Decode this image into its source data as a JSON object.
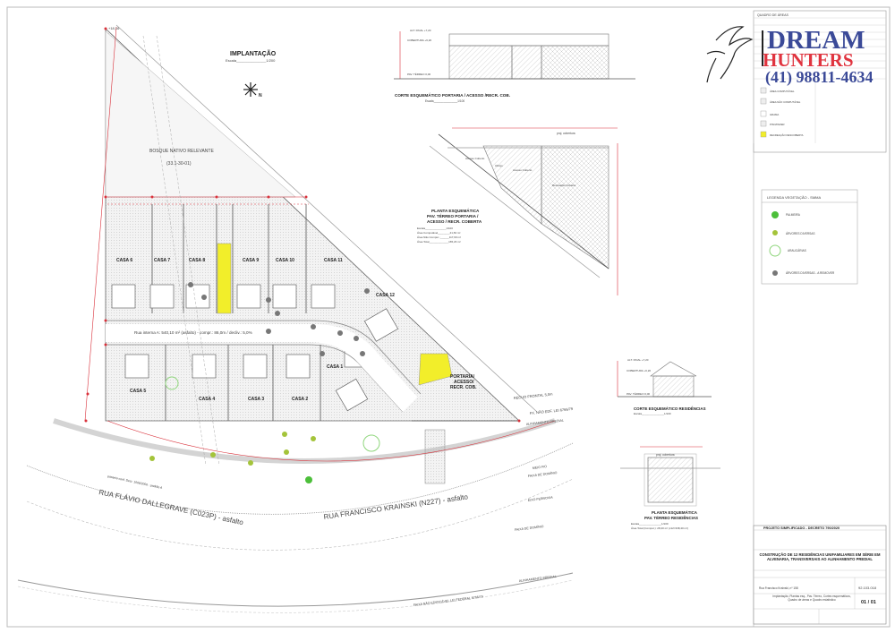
{
  "implantacao": {
    "title": "IMPLANTAÇÃO",
    "scale": "Escala_______________1/200",
    "north": "N",
    "corner_level": "+18,16"
  },
  "bosque": {
    "label": "BOSQUE NATIVO RELEVANTE",
    "code": "(33.1-30-01)"
  },
  "houses": [
    {
      "name": "CASA 6"
    },
    {
      "name": "CASA 7"
    },
    {
      "name": "CASA 8"
    },
    {
      "name": "CASA 9"
    },
    {
      "name": "CASA 10"
    },
    {
      "name": "CASA 11"
    },
    {
      "name": "CASA 12"
    },
    {
      "name": "CASA 1"
    },
    {
      "name": "CASA 5"
    },
    {
      "name": "CASA 4"
    },
    {
      "name": "CASA 3"
    },
    {
      "name": "CASA 2"
    }
  ],
  "portaria": {
    "line1": "PORTARIA/",
    "line2": "ACESSO/",
    "line3": "RECR. COB."
  },
  "internal_road": "Rua interna   A: 540,10 m²  (asfalto) - compr.: 86,0m / decliv.: 5,0%",
  "streets": {
    "flavio": "RUA FLÁVIO DALLEGRAVE (C023P) - asfalto",
    "francisco": "RUA FRANCISCO KRAINSKI (N227) - asfalto",
    "eixo_ferrovia": "EIXO FERROVIA",
    "faixa_dominio_1": "FAIXA DE DOMÍNIO",
    "faixa_dominio_2": "FAIXA DE DOMÍNIO",
    "meio_fio": "MEIO FIO",
    "alinhamento_1": "ALINHAMENTO PREDIAL",
    "alinhamento_2": "ALINHAMENTO PREDIAL",
    "faixa_nao_edif": "FAIXA NÃO EDIFICÁVEL LEI FEDERAL 6766/79",
    "recuo_frontal": "RECUO FRONTAL 5,0m",
    "fx_nao_edf": "FX. NÃO EDF. LEI 6766/79",
    "passeio": "passeio conf. Decr. 1066/2006 - padrão A"
  },
  "corte_portaria": {
    "title": "CORTE ESQUEMÁTICO  PORTARIA / ACESSO /RECR. COB.",
    "scale": "Escala_______________1/100",
    "alt_final": "ALT. FINAL +7,20",
    "cobertura": "COBERTURA +6,20",
    "pav_terreo": "PAV. TÉRREO  0,00"
  },
  "planta_portaria": {
    "title1": "PLANTA ESQUEMÁTICA",
    "title2": "PAV. TÉRREO PORTARIA /",
    "title3": "ACESSO / RECR. COBERTA",
    "rows": [
      "Escala______________1/100",
      "Área Computável________41,63 m²",
      "Área Não Comput.:______117,60 m²",
      "Área Total_____________165,23 m²"
    ],
    "proj_cobertura": "proj. cobertura",
    "rooms": [
      "Acesso Coberto",
      "Abrigo",
      "Acesso Coberto",
      "Recreação Coberta"
    ]
  },
  "corte_residencias": {
    "title": "CORTE ESQUEMÁTICO  RESIDÊNCIAS",
    "scale": "Escala_______________1/100"
  },
  "planta_residencias": {
    "title1": "PLANTA ESQUEMÁTICA",
    "title2": "PAV. TÉRREO RESIDÊNCIAS",
    "scale": "Escala_______________1/100",
    "area": "Área Total (Comput.): 28,20 m² (x12=338,40 m²)",
    "proj_cobertura": "proj. cobertura"
  },
  "quadro_areas": {
    "title": "QUADRO DE ÁREAS"
  },
  "area_legend": [
    "ÁREA COMPUTÁVEL",
    "ÁREA NÃO COMPUTÁVEL",
    "GRAMA",
    "PISO/PAVER",
    "RECREAÇÃO DESCOBERTA"
  ],
  "vegetation_legend": {
    "title": "LEGENDA VEGETAÇÃO - SMMA",
    "items": [
      {
        "label": "PALMEIRA",
        "color": "#4cbf3a"
      },
      {
        "label": "ÁRVORES DIVERSAS",
        "color": "#a4c43a"
      },
      {
        "label": "ARAUCÁRIAS",
        "color": "#8fd67c"
      },
      {
        "label": "ÁRVORES DIVERSAS - A REMOVER",
        "color": "#777777"
      }
    ]
  },
  "logo": {
    "line1": "DREAM",
    "line2": "HUNTERS",
    "phone": "(41) 98811-4634"
  },
  "title_block": {
    "project": "PROJETO SIMPLIFICADO - DECRETO 790/2020",
    "main_title": "CONSTRUÇÃO DE 12 RESIDÊNCIAS UNIFAMILIARES EM SÉRIE EM ALVENARIA, TRANSVERSAIS AO ALINHAMENTO PREDIAL",
    "address": "Rua Francisco Krainski, nº 158",
    "indicacao_fiscal": "92.103.018",
    "contents": "Implantação, Plantas esq., Pav. Térreo, Cortes esquemáticos, Quadro de áreas e Quadro estatístico",
    "sheet": "01 / 01"
  },
  "colors": {
    "dimension": "#d9303a",
    "recreation": "#f2ee2a",
    "logo_blue": "#3b4a98",
    "logo_red": "#e0343f"
  }
}
